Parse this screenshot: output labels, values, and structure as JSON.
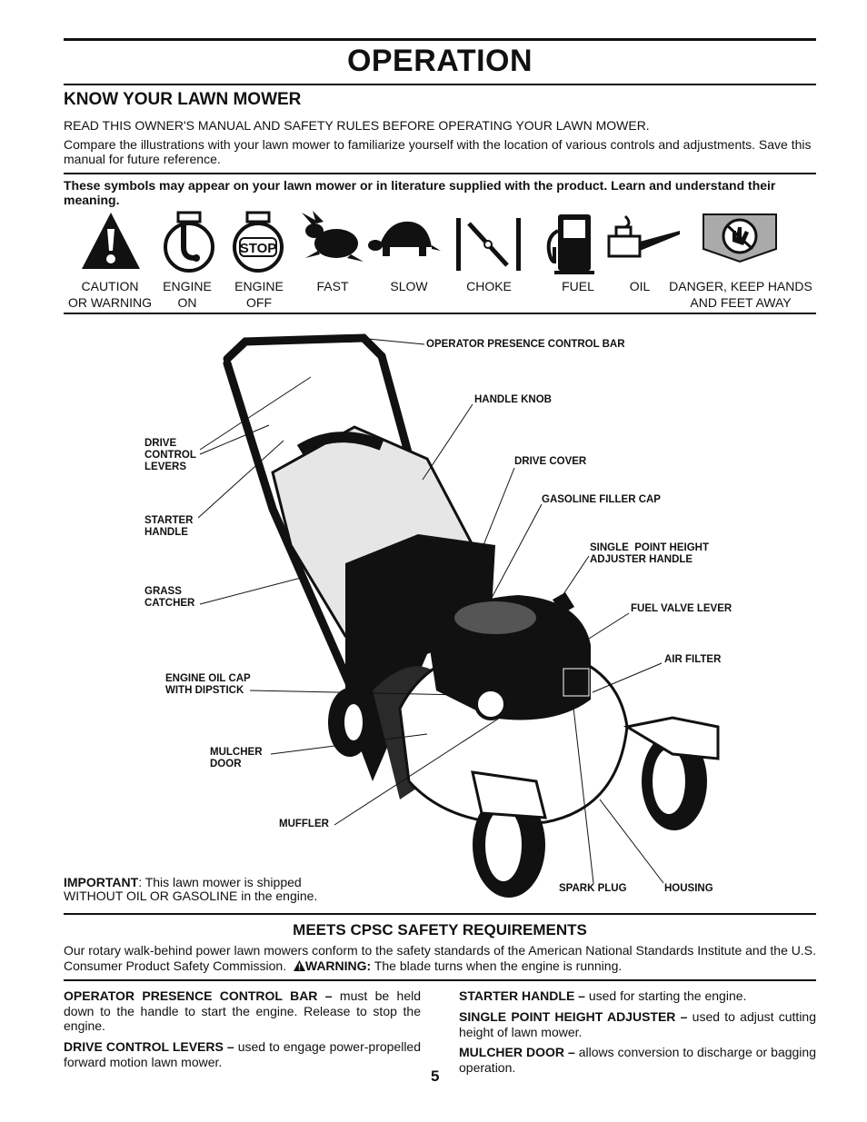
{
  "page_title": "OPERATION",
  "section_heading": "KNOW YOUR LAWN MOWER",
  "intro": {
    "line1": "READ THIS OWNER'S MANUAL AND SAFETY RULES BEFORE OPERATING YOUR LAWN MOWER.",
    "line2": "Compare the illustrations with your lawn mower to familiarize yourself with the location of various controls and adjustments. Save this manual for future reference."
  },
  "symbols_intro": "These symbols  may appear on your lawn mower or in literature supplied with the product.  Learn and understand their meaning.",
  "symbols": [
    {
      "icon": "caution-warning-icon",
      "label": "CAUTION\nOR WARNING"
    },
    {
      "icon": "engine-on-icon",
      "label": "ENGINE\nON"
    },
    {
      "icon": "engine-off-icon",
      "label": "ENGINE\nOFF",
      "inner_text": "STOP"
    },
    {
      "icon": "fast-rabbit-icon",
      "label": "FAST"
    },
    {
      "icon": "slow-turtle-icon",
      "label": "SLOW"
    },
    {
      "icon": "choke-icon",
      "label": "CHOKE"
    },
    {
      "icon": "fuel-pump-icon",
      "label": "FUEL"
    },
    {
      "icon": "oil-can-icon",
      "label": "OIL"
    },
    {
      "icon": "danger-hands-feet-icon",
      "label": "DANGER, KEEP HANDS\nAND FEET AWAY"
    }
  ],
  "diagram_labels": {
    "operator_bar": "OPERATOR PRESENCE CONTROL BAR",
    "handle_knob": "HANDLE KNOB",
    "drive_levers": "DRIVE\nCONTROL\nLEVERS",
    "drive_cover": "DRIVE COVER",
    "gas_cap": "GASOLINE FILLER CAP",
    "starter_handle": "STARTER\nHANDLE",
    "height_adjuster": "SINGLE  POINT HEIGHT\nADJUSTER HANDLE",
    "grass_catcher": "GRASS\nCATCHER",
    "fuel_valve": "FUEL VALVE LEVER",
    "air_filter": "AIR FILTER",
    "oil_cap": "ENGINE OIL CAP\nWITH DIPSTICK",
    "mulcher_door": "MULCHER\nDOOR",
    "muffler": "MUFFLER",
    "spark_plug": "SPARK PLUG",
    "housing": "HOUSING"
  },
  "important": {
    "label": "IMPORTANT",
    "text": ":  This lawn mower is shipped\nWITHOUT OIL OR GASOLINE in the engine."
  },
  "cpsc": {
    "heading": "MEETS CPSC SAFETY REQUIREMENTS",
    "text": "Our rotary walk-behind power lawn mowers conform to the safety standards of the American National Standards Institute and the U.S. Consumer Product Safety Commission.",
    "warning_label": "WARNING:",
    "warning_text": " The blade turns when the engine is running."
  },
  "definitions_left": [
    {
      "term": "OPERATOR PRESENCE CONTROL BAR –",
      "desc": " must be held down to the handle to start the engine.  Release to stop the engine."
    },
    {
      "term": "DRIVE CONTROL LEVERS –",
      "desc": " used to engage power-propelled forward motion lawn mower."
    }
  ],
  "definitions_right": [
    {
      "term": "STARTER HANDLE –",
      "desc": " used for starting the engine."
    },
    {
      "term": "SINGLE POINT HEIGHT ADJUSTER –",
      "desc": " used to adjust cutting height of lawn mower."
    },
    {
      "term": "MULCHER DOOR –",
      "desc": " allows conversion to discharge or bagging operation."
    }
  ],
  "page_number": "5"
}
